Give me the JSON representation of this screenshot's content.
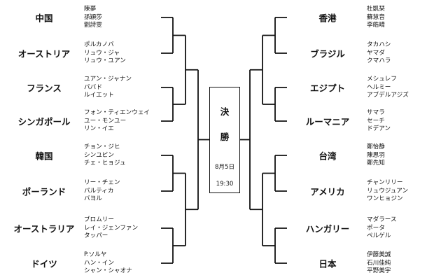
{
  "final": {
    "label_line1": "決",
    "label_line2": "勝",
    "date": "8月5日",
    "time": "19:30"
  },
  "left_teams": [
    {
      "country": "中国",
      "players": [
        "陳夢",
        "孫穎莎",
        "劉詩雯"
      ]
    },
    {
      "country": "オーストリア",
      "players": [
        "ポルカノバ",
        "リュウ・ジャ",
        "リュウ・ユアン"
      ]
    },
    {
      "country": "フランス",
      "players": [
        "ユアン・ジャナン",
        "パバド",
        "ルイエット"
      ]
    },
    {
      "country": "シンガポール",
      "players": [
        "フォン・ティエンウェイ",
        "ユー・モンユー",
        "リン・イエ"
      ]
    },
    {
      "country": "韓国",
      "players": [
        "チョン・ジヒ",
        "シンユビン",
        "チェ・ヒョジュ"
      ]
    },
    {
      "country": "ポーランド",
      "players": [
        "リー・チェン",
        "パルティカ",
        "バヨル"
      ]
    },
    {
      "country": "オーストラリア",
      "players": [
        "ブロムリー",
        "レイ・ジェンファン",
        "タッパー"
      ]
    },
    {
      "country": "ドイツ",
      "players": [
        "P.ソルヤ",
        "ハン・イン",
        "シャン・シャオナ"
      ]
    }
  ],
  "right_teams": [
    {
      "country": "香港",
      "players": [
        "杜凱琹",
        "蘇慧音",
        "李皓晴"
      ]
    },
    {
      "country": "ブラジル",
      "players": [
        "タカハシ",
        "ヤマダ",
        "クマハラ"
      ]
    },
    {
      "country": "エジプト",
      "players": [
        "メシュレフ",
        "ヘルミー",
        "アブデルアジズ"
      ]
    },
    {
      "country": "ルーマニア",
      "players": [
        "サマラ",
        "セーチ",
        "ドデアン"
      ]
    },
    {
      "country": "台湾",
      "players": [
        "鄭怡静",
        "陳思羽",
        "鄭先知"
      ]
    },
    {
      "country": "アメリカ",
      "players": [
        "チャンリリー",
        "リュウジュアン",
        "ワンヒョジン"
      ]
    },
    {
      "country": "ハンガリー",
      "players": [
        "マダラース",
        "ポータ",
        "ペルゲル"
      ]
    },
    {
      "country": "日本",
      "players": [
        "伊藤美誠",
        "石川佳純",
        "平野美宇"
      ]
    }
  ]
}
